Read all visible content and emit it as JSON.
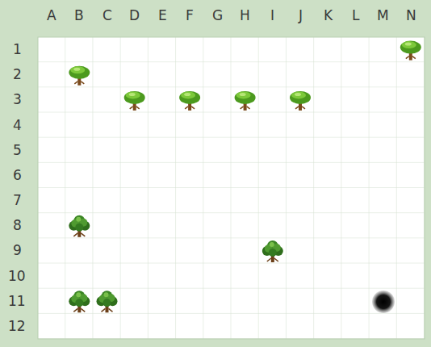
{
  "diagram": {
    "labels": [
      "A",
      "B",
      "C",
      "D",
      "E",
      "F",
      "G",
      "H",
      "I",
      "J",
      "K",
      "L",
      "M",
      "N",
      "1",
      "2",
      "3",
      "4",
      "5",
      "6",
      "7",
      "8",
      "9",
      "10",
      "11",
      "12"
    ]
  }
}
